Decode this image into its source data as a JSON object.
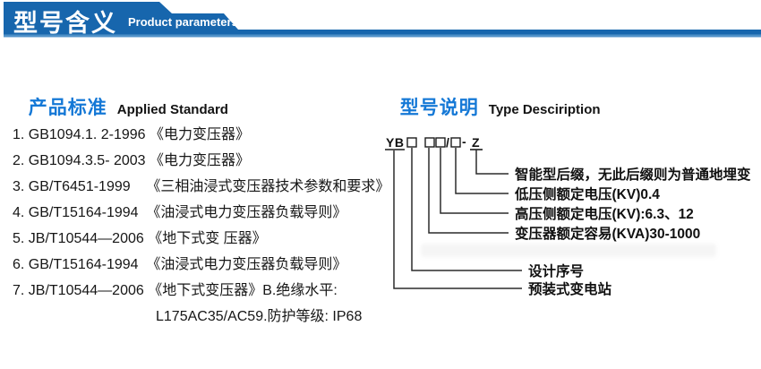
{
  "header": {
    "title": "型号含义",
    "subtitle": "Product parameters"
  },
  "colors": {
    "banner_blue": "#1766ad",
    "banner_edge_light": "#4f91c8",
    "accent_blue": "#1478d6",
    "text_dark": "#161616"
  },
  "standards": {
    "title_zh": "产品标准",
    "title_en": "Applied Standard",
    "items": [
      "1. GB1094.1. 2-1996 《电力变压器》",
      "2. GB1094.3.5- 2003 《电力变压器》",
      "3. GB/T6451-1999    《三相油浸式变压器技术参数和要求》",
      "4. GB/T15164-1994  《油浸式电力变压器负载导则》",
      "5. JB/T10544—2006 《地下式变 压器》",
      "6. GB/T15164-1994  《油浸式电力变压器负载导则》",
      "7. JB/T10544—2006 《地下式变压器》B.绝缘水平:"
    ],
    "item7_continuation": "L175AC35/AC59.防护等级: IP68"
  },
  "type_description": {
    "title_zh": "型号说明",
    "title_en": "Type Desciription",
    "code": {
      "prefix": "YB",
      "slash": "/",
      "dash": "-",
      "suffix": "Z"
    },
    "labels": [
      "智能型后缀，无此后缀则为普通地埋变",
      "低压侧额定电压(KV)0.4",
      "高压侧额定电压(KV):6.3、12",
      "变压器额定容易(KVA)30-1000",
      "设计序号",
      "预装式变电站"
    ]
  }
}
